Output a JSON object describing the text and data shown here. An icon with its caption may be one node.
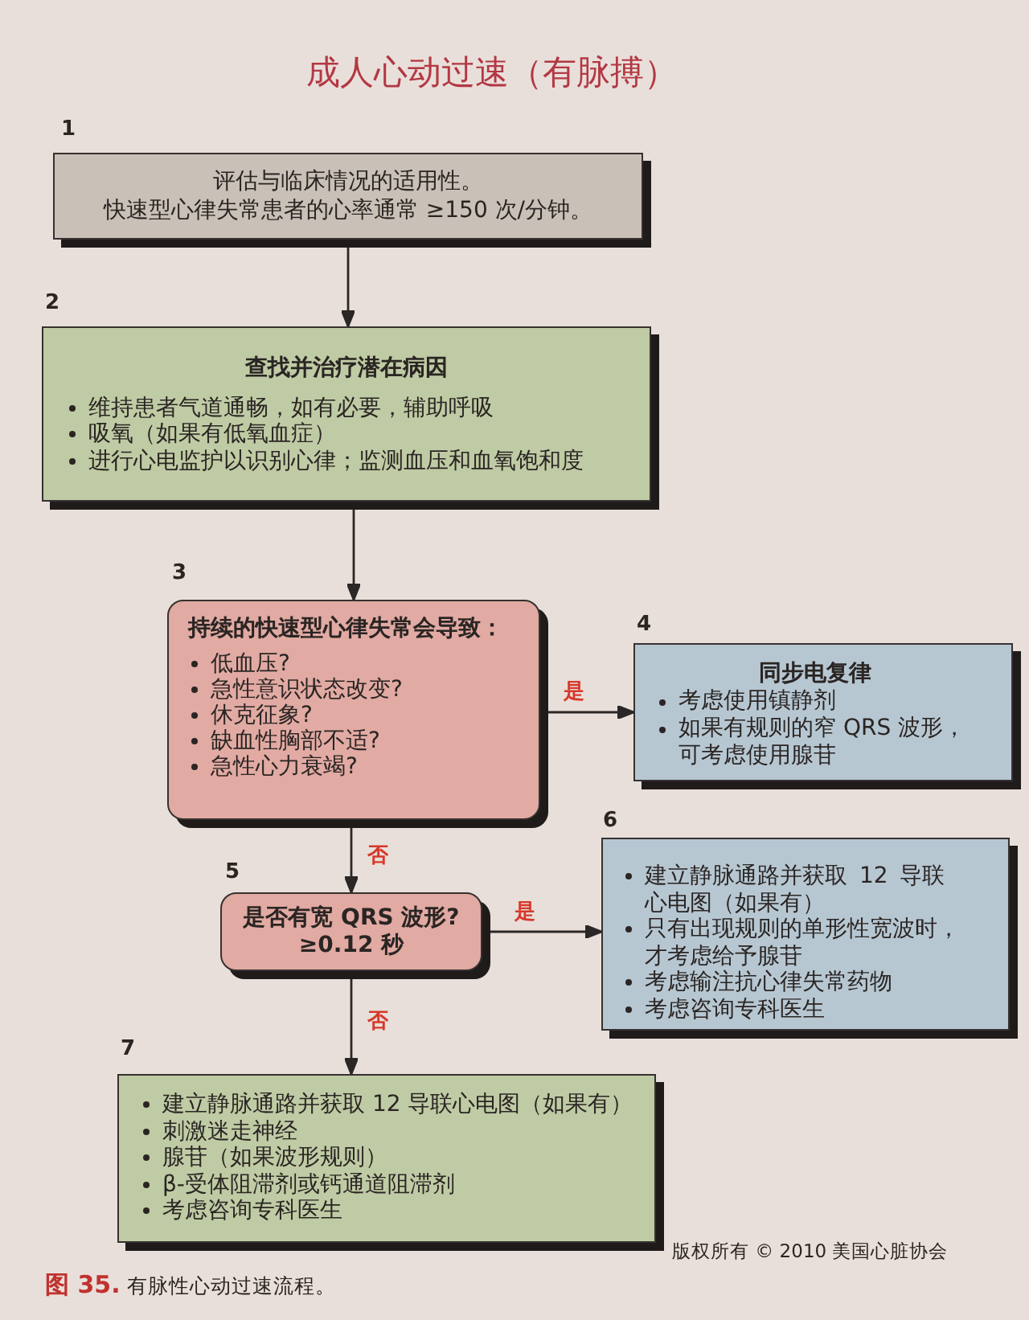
{
  "diagram": {
    "title": "成人心动过速（有脉搏）",
    "nodes": [
      {
        "text": [
          "评估与临床情况的适用性。",
          "快速型心律失常患者的心率通常 ≥150 次/分钟。"
        ],
        "beside": [
          "1"
        ]
      },
      {
        "text": [
          "查找并治疗潜在病因",
          "维持患者气道通畅，如有必要，辅助呼吸",
          "吸氧（如果有低氧血症）",
          "进行心电监护以识别心律；监测血压和血氧饱和度"
        ],
        "beside": [
          "2"
        ]
      },
      {
        "text": [
          "持续的快速型心律失常会导致：",
          "低血压?",
          "急性意识状态改变?",
          "休克征象?",
          "缺血性胸部不适?",
          "急性心力衰竭?"
        ],
        "beside": [
          "3"
        ]
      },
      {
        "text": [
          "同步电复律",
          "考虑使用镇静剂",
          "如果有规则的窄 QRS 波形，可考虑使用腺苷"
        ],
        "beside": [
          "4"
        ]
      },
      {
        "text": [
          "是否有宽 QRS 波形?",
          "≥0.12 秒"
        ],
        "beside": [
          "5"
        ]
      },
      {
        "text": [
          "建立静脉通路并获取 12 导联心电图（如果有）",
          "只有出现规则的单形性宽波时，才考虑给予腺苷",
          "考虑输注抗心律失常药物",
          "考虑咨询专科医生"
        ],
        "beside": [
          "6"
        ]
      },
      {
        "text": [
          "建立静脉通路并获取 12 导联心电图（如果有）",
          "刺激迷走神经",
          "腺苷（如果波形规则）",
          "β-受体阻滞剂或钙通道阻滞剂",
          "考虑咨询专科医生"
        ],
        "beside": [
          "7"
        ]
      }
    ],
    "edges": [
      {
        "from": 0,
        "to": 1,
        "arrow": "to"
      },
      {
        "from": 1,
        "to": 2,
        "arrow": "to"
      },
      {
        "from": 2,
        "to": 3,
        "arrow": "to",
        "label": "是"
      },
      {
        "from": 2,
        "to": 4,
        "arrow": "to",
        "label": "否"
      },
      {
        "from": 4,
        "to": 5,
        "arrow": "to",
        "label": "是"
      },
      {
        "from": 4,
        "to": 6,
        "arrow": "to",
        "label": "否"
      }
    ],
    "labels": [
      "版权所有 © 2010 美国心脏协会"
    ],
    "caption": "**图 35.** 有脉性心动过速流程。"
  }
}
